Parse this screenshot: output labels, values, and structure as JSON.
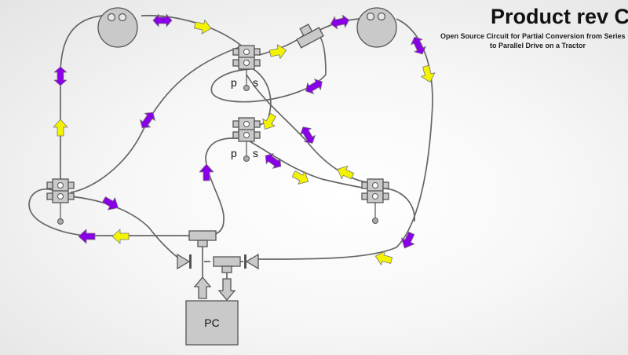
{
  "title": "Product rev C",
  "subtitle_line1": "Open Source Circuit for Partial Conversion from Series",
  "subtitle_line2": "to Parallel Drive on a Tractor",
  "pump_label": "PC",
  "valve_port_p": "p",
  "valve_port_s": "s",
  "colors": {
    "flow_both": "#8a00e6",
    "flow_one": "#f3f300",
    "component": "#c9c9c9",
    "pipe": "#666666"
  },
  "icons": [
    "motor-icon",
    "spool-valve-icon",
    "tee-fitting-icon",
    "check-valve-icon",
    "pump-icon",
    "flow-arrow-icon"
  ]
}
